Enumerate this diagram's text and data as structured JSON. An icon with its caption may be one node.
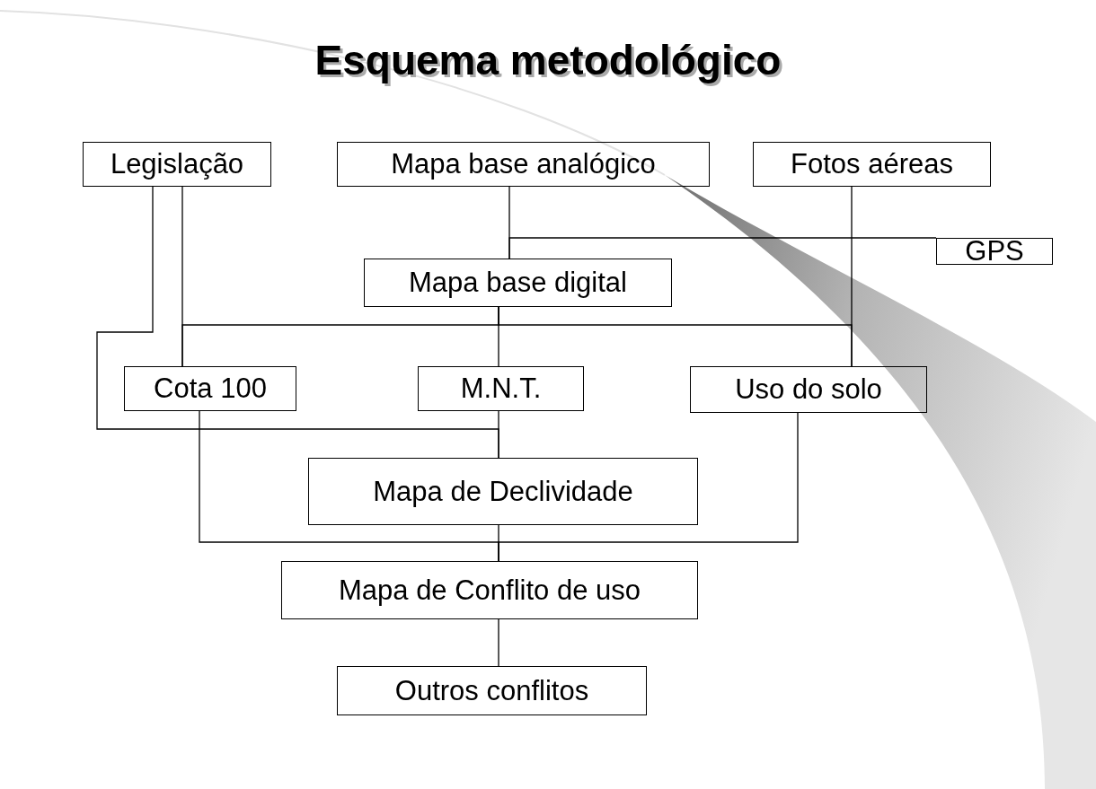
{
  "diagram": {
    "title": "Esquema metodológico",
    "nodes": [
      {
        "text": [
          "Legislação"
        ]
      },
      {
        "text": [
          "Mapa base analógico"
        ]
      },
      {
        "text": [
          "Fotos aéreas"
        ]
      },
      {
        "text": [
          "GPS"
        ]
      },
      {
        "text": [
          "Mapa base digital"
        ]
      },
      {
        "text": [
          "Cota 100"
        ]
      },
      {
        "text": [
          "M.N.T."
        ]
      },
      {
        "text": [
          "Uso do solo"
        ]
      },
      {
        "text": [
          "Mapa de Declividade"
        ]
      },
      {
        "text": [
          "Mapa de Conflito de uso"
        ]
      },
      {
        "text": [
          "Outros conflitos"
        ]
      }
    ],
    "edges": [
      {
        "from": 1,
        "to": 4,
        "arrow": "none"
      },
      {
        "from": 3,
        "to": 4,
        "arrow": "none"
      },
      {
        "from": 2,
        "to": 7,
        "arrow": "none"
      },
      {
        "from": 0,
        "to": 5,
        "arrow": "none"
      },
      {
        "from": 4,
        "to": 5,
        "arrow": "none"
      },
      {
        "from": 4,
        "to": 6,
        "arrow": "none"
      },
      {
        "from": 4,
        "to": 7,
        "arrow": "none"
      },
      {
        "from": 0,
        "to": 8,
        "arrow": "none"
      },
      {
        "from": 6,
        "to": 8,
        "arrow": "none"
      },
      {
        "from": 5,
        "to": 9,
        "arrow": "none"
      },
      {
        "from": 7,
        "to": 9,
        "arrow": "none"
      },
      {
        "from": 8,
        "to": 9,
        "arrow": "none"
      },
      {
        "from": 9,
        "to": 10,
        "arrow": "none"
      }
    ]
  }
}
